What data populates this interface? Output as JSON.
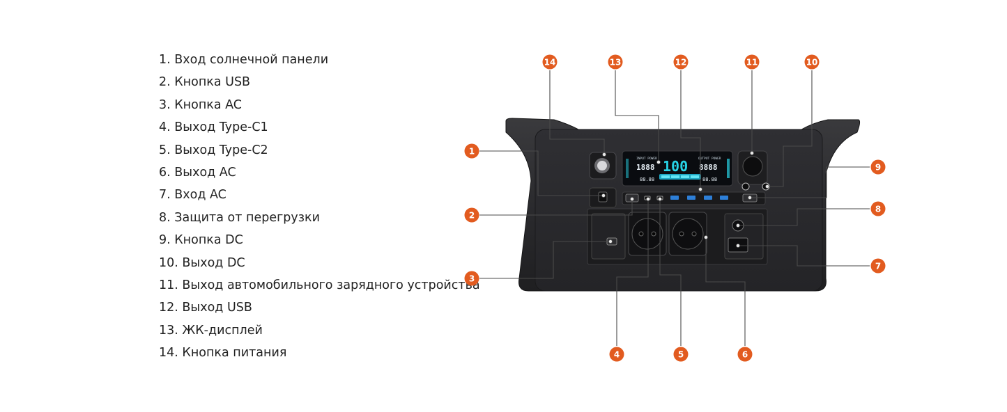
{
  "legend": [
    "1. Вход солнечной панели",
    "2. Кнопка USB",
    "3. Кнопка AC",
    "4. Выход Type-C1",
    "5. Выход Type-C2",
    "6. Выход AC",
    "7. Вход AC",
    "8. Защита от перегрузки",
    "9. Кнопка DC",
    "10. Выход DC",
    "11. Выход автомобильного зарядного устройства",
    "12. Выход USB",
    "13. ЖК-дисплей",
    "14. Кнопка питания"
  ],
  "markers": [
    "1",
    "2",
    "3",
    "4",
    "5",
    "6",
    "7",
    "8",
    "9",
    "10",
    "11",
    "12",
    "13",
    "14"
  ],
  "lcd": {
    "input_label": "INPUT POWER",
    "output_label": "OUTPUT POWER",
    "input_value": "1888",
    "percent": "100",
    "output_value": "8888",
    "input_sub": "88.88",
    "output_sub": "88.88"
  },
  "colors": {
    "marker": "#e25b1f",
    "body": "#2a2a2c",
    "lcd_accent": "#27d3e6"
  }
}
